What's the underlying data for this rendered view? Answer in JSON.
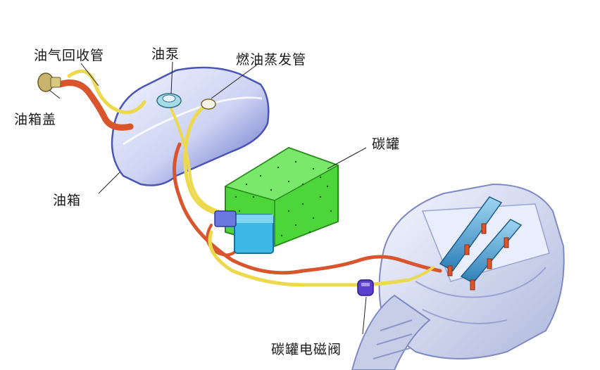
{
  "labels": {
    "vapor_return_pipe": "油气回收管",
    "fuel_pump": "油泵",
    "fuel_vapor_pipe": "燃油蒸发管",
    "fuel_cap": "油箱盖",
    "fuel_tank": "油箱",
    "carbon_canister": "碳罐",
    "canister_solenoid_valve": "碳罐电磁阀"
  },
  "colors": {
    "tank_fill": "#cdd3f3",
    "tank_edge": "#4a55b8",
    "canister_fill": "#4cd63a",
    "valve_block": "#40b8e6",
    "engine_fill": "#dde4f5",
    "red_pipe": "#d8552e",
    "yellow_pipe": "#ecd94e",
    "solenoid": "#5a3fd0"
  }
}
